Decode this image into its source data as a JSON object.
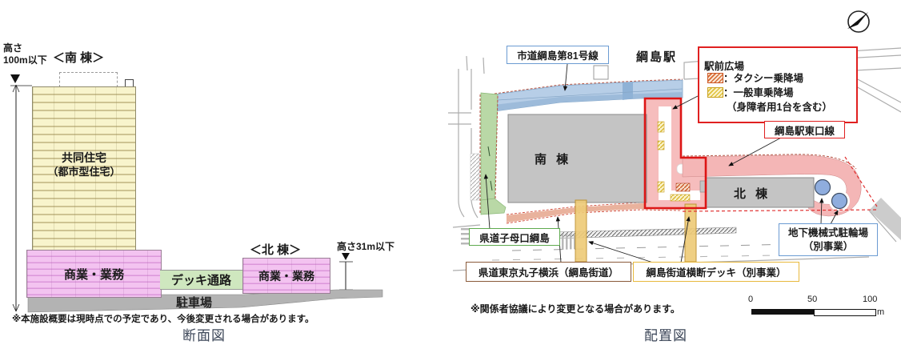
{
  "section": {
    "caption": "断面図",
    "note": "※本施設概要は現時点での予定であり、今後変更される場合があります。",
    "height_south_l1": "高さ",
    "height_south_l2": "100m以下",
    "height_north": "高さ31m以下",
    "south_bldg": "＜南 棟＞",
    "north_bldg": "＜北 棟＞",
    "residential_l1": "共同住宅",
    "residential_l2": "（都市型住宅）",
    "commercial_south": "商業・業務",
    "commercial_north": "商業・業務",
    "deck": "デッキ通路",
    "parking": "駐車場"
  },
  "plan": {
    "caption": "配置図",
    "note": "※関係者協議により変更となる場合があります。",
    "station": "綱島駅",
    "south_bldg": "南 棟",
    "north_bldg": "北 棟",
    "labels": {
      "road81": "市道綱島第81号線",
      "east_exit": "綱島駅東口線",
      "shibokuchi": "県道子母口綱島",
      "maruko": "県道東京丸子横浜（綱島街道）",
      "crossing_deck": "綱島街道横断デッキ（別事業）",
      "bicycle_l1": "地下機械式駐輪場",
      "bicycle_l2": "（別事業）"
    },
    "legend": {
      "title": "駅前広場",
      "taxi": "：タクシー乗降場",
      "general": "：一般車乗降場",
      "general_note": "（身障者用1台を含む）"
    },
    "scale": {
      "zero": "0",
      "fifty": "50",
      "hundred": "100",
      "unit": "m"
    }
  },
  "colors": {
    "plaza_border": "#dd1515",
    "road_blue": "#b7cee7",
    "road_green": "#b9d8a6",
    "road_pink": "#f4b6b6",
    "sidewalk_salmon": "#e9b29d",
    "residential_yellow": "#f8f4cc",
    "commercial_pink": "#f3c3f0",
    "deck_green": "#cfe7bf",
    "parking_gray": "#b3b3b3",
    "building_gray": "#c4c4c4",
    "boundary_dash_red": "#b85848"
  }
}
